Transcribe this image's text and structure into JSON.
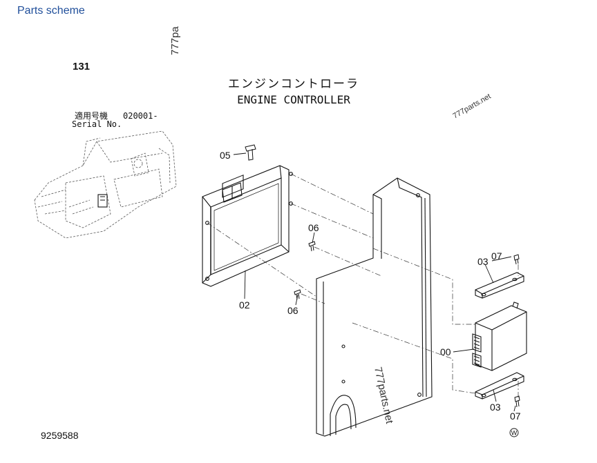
{
  "header": {
    "link_label": "Parts scheme"
  },
  "diagram": {
    "page_number": "131",
    "title_jp": "エンジンコントローラ",
    "title_en": "ENGINE CONTROLLER",
    "serial_label_jp": "適用号機",
    "serial_value": "020001-",
    "serial_label_en": "Serial No.",
    "drawing_number": "9259588",
    "mark": "W",
    "watermarks": [
      "777pa",
      "777parts.net",
      "777parts.net"
    ],
    "callouts": {
      "c05": "05",
      "c06a": "06",
      "c06b": "06",
      "c02": "02",
      "c07a": "07",
      "c03a": "03",
      "c00": "00",
      "c03b": "03",
      "c07b": "07"
    }
  }
}
